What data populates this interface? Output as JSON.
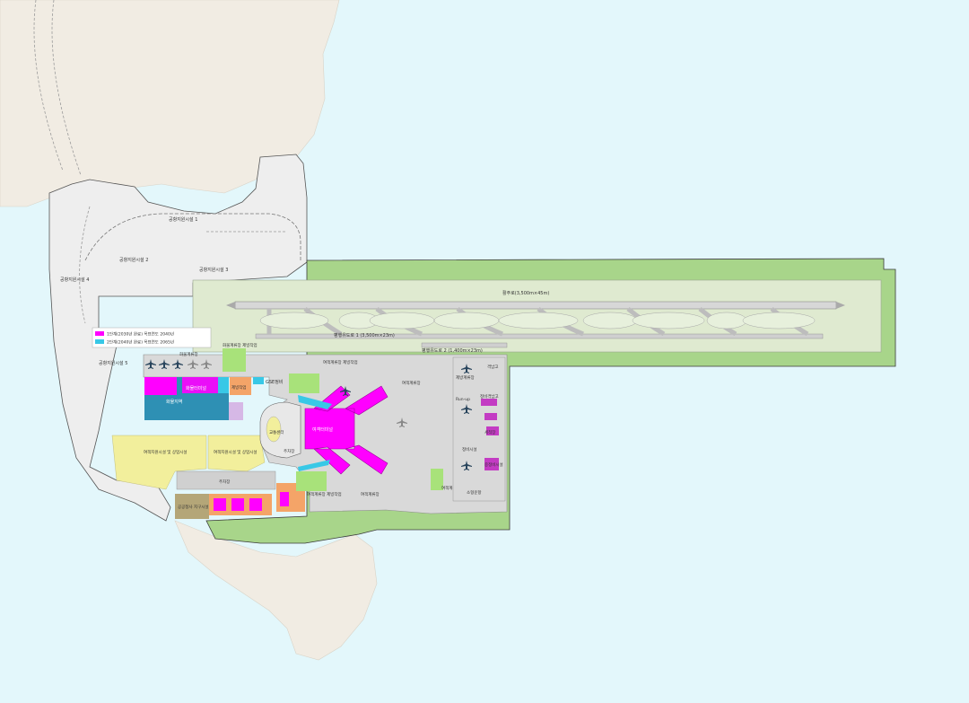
{
  "colors": {
    "sea": "#e3f7fb",
    "land": "#f1ece3",
    "airport_ground": "#e6e6e6",
    "buffer_green": "#a8d58a",
    "runway_area": "#dfead0",
    "phase1": "#ff00ff",
    "phase2": "#38c8e6",
    "cargo_blue": "#2e90b4",
    "support_yellow": "#f2ef9c",
    "orange": "#f4a468",
    "dark_olive": "#b4a678"
  },
  "legend": {
    "phase1": "1단계(2030년 완료) 목표연도 2040년",
    "phase2": "2단계(2040년 완료) 목표연도 2065년"
  },
  "labels": {
    "support1": "공항지원시설 1",
    "support2": "공항지원시설 2",
    "support3": "공항지원시설 3",
    "support4": "공항지원시설 4",
    "support5": "공항지원시설 5",
    "runway": "활주로(3,500m×45m)",
    "taxiway1": "평행유도로 1 (3,500m×23m)",
    "taxiway2": "평행유도로 2 (1,400m×23m)",
    "cargo_apron": "화물계류장",
    "cargo_deice": "화물계류장 제빙작업",
    "pax_apron_deice_n": "여객계류장 제빙작업",
    "pax_apron_1": "여객계류장",
    "pax_apron_2": "여객계류장",
    "pax_apron_deice_s": "여객계류장 제빙작업",
    "pax_apron_deice_e": "여객계류장 제빙작업",
    "gse": "GSE정비",
    "deice_pad": "제빙작업",
    "cargo_terminal": "화물터미널",
    "cargo_area": "화물지역",
    "transport_center": "교통센터",
    "terminal": "여객터미널",
    "parking_bldg": "주차장",
    "pax_support_1": "여객지원시설 및 상업시설",
    "pax_support_2": "여객지원시설 및 상업시설",
    "parking_lot": "주차장",
    "public_office": "공공청사 지구시설",
    "maint_apron": "제방계류장",
    "runup": "Run-up",
    "hangar": "격납고",
    "maint_facility": "정비시설",
    "cleaning": "세척장",
    "small_aircraft": "소형운항",
    "east_bldg_1": "정비격납고",
    "east_bldg_2": "중정비시설"
  },
  "icons": {
    "aircraft": "aircraft-icon",
    "north_arrow": "none"
  }
}
